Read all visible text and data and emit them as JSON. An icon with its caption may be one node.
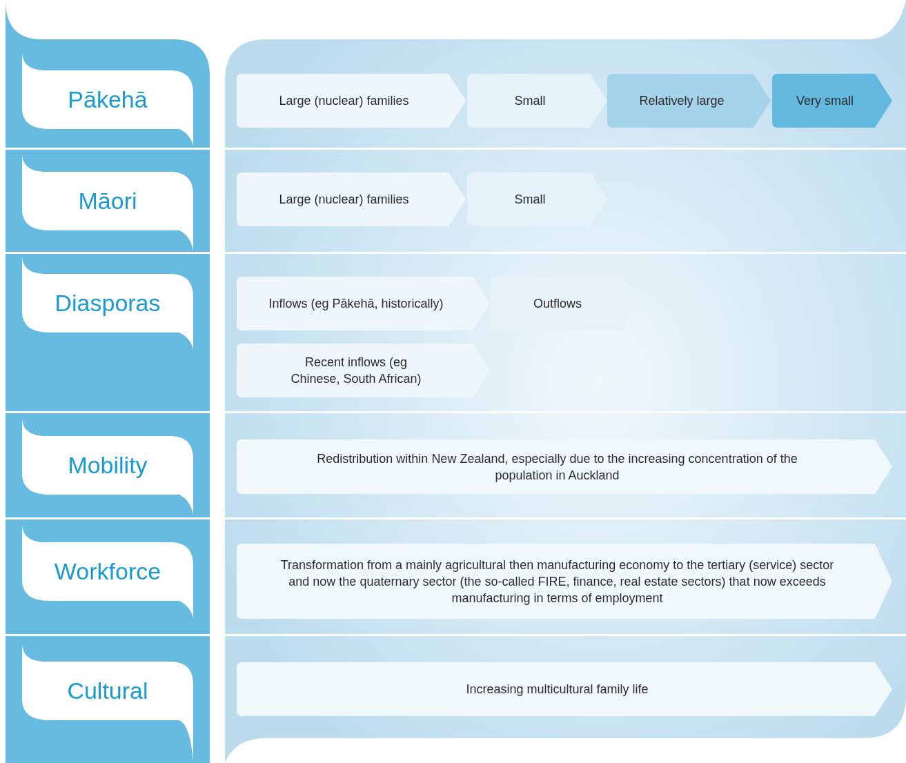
{
  "diagram": {
    "nodes": [
      {
        "text": [
          "Pākehā"
        ]
      },
      {
        "text": [
          "Large (nuclear) families"
        ]
      },
      {
        "text": [
          "Small"
        ]
      },
      {
        "text": [
          "Relatively large"
        ]
      },
      {
        "text": [
          "Very small"
        ]
      },
      {
        "text": [
          "Māori"
        ]
      },
      {
        "text": [
          "Large (nuclear) families"
        ]
      },
      {
        "text": [
          "Small"
        ]
      },
      {
        "text": [
          "Diasporas"
        ]
      },
      {
        "text": [
          "Inflows (eg Pākehā, historically)"
        ]
      },
      {
        "text": [
          "Outflows"
        ]
      },
      {
        "text": [
          "Recent inflows (eg Chinese, South African)"
        ]
      },
      {
        "text": [
          "Mobility"
        ]
      },
      {
        "text": [
          "Redistribution within New Zealand, especially due to the increasing concentration of the population in Auckland"
        ]
      },
      {
        "text": [
          "Workforce"
        ]
      },
      {
        "text": [
          "Transformation from a mainly agricultural then manufacturing economy to the tertiary (service) sector and now the quaternary sector (the so-called FIRE, finance, real estate sectors) that now exceeds manufacturing in terms of employment"
        ]
      },
      {
        "text": [
          "Cultural"
        ]
      },
      {
        "text": [
          "Increasing multicultural family life"
        ]
      }
    ]
  }
}
